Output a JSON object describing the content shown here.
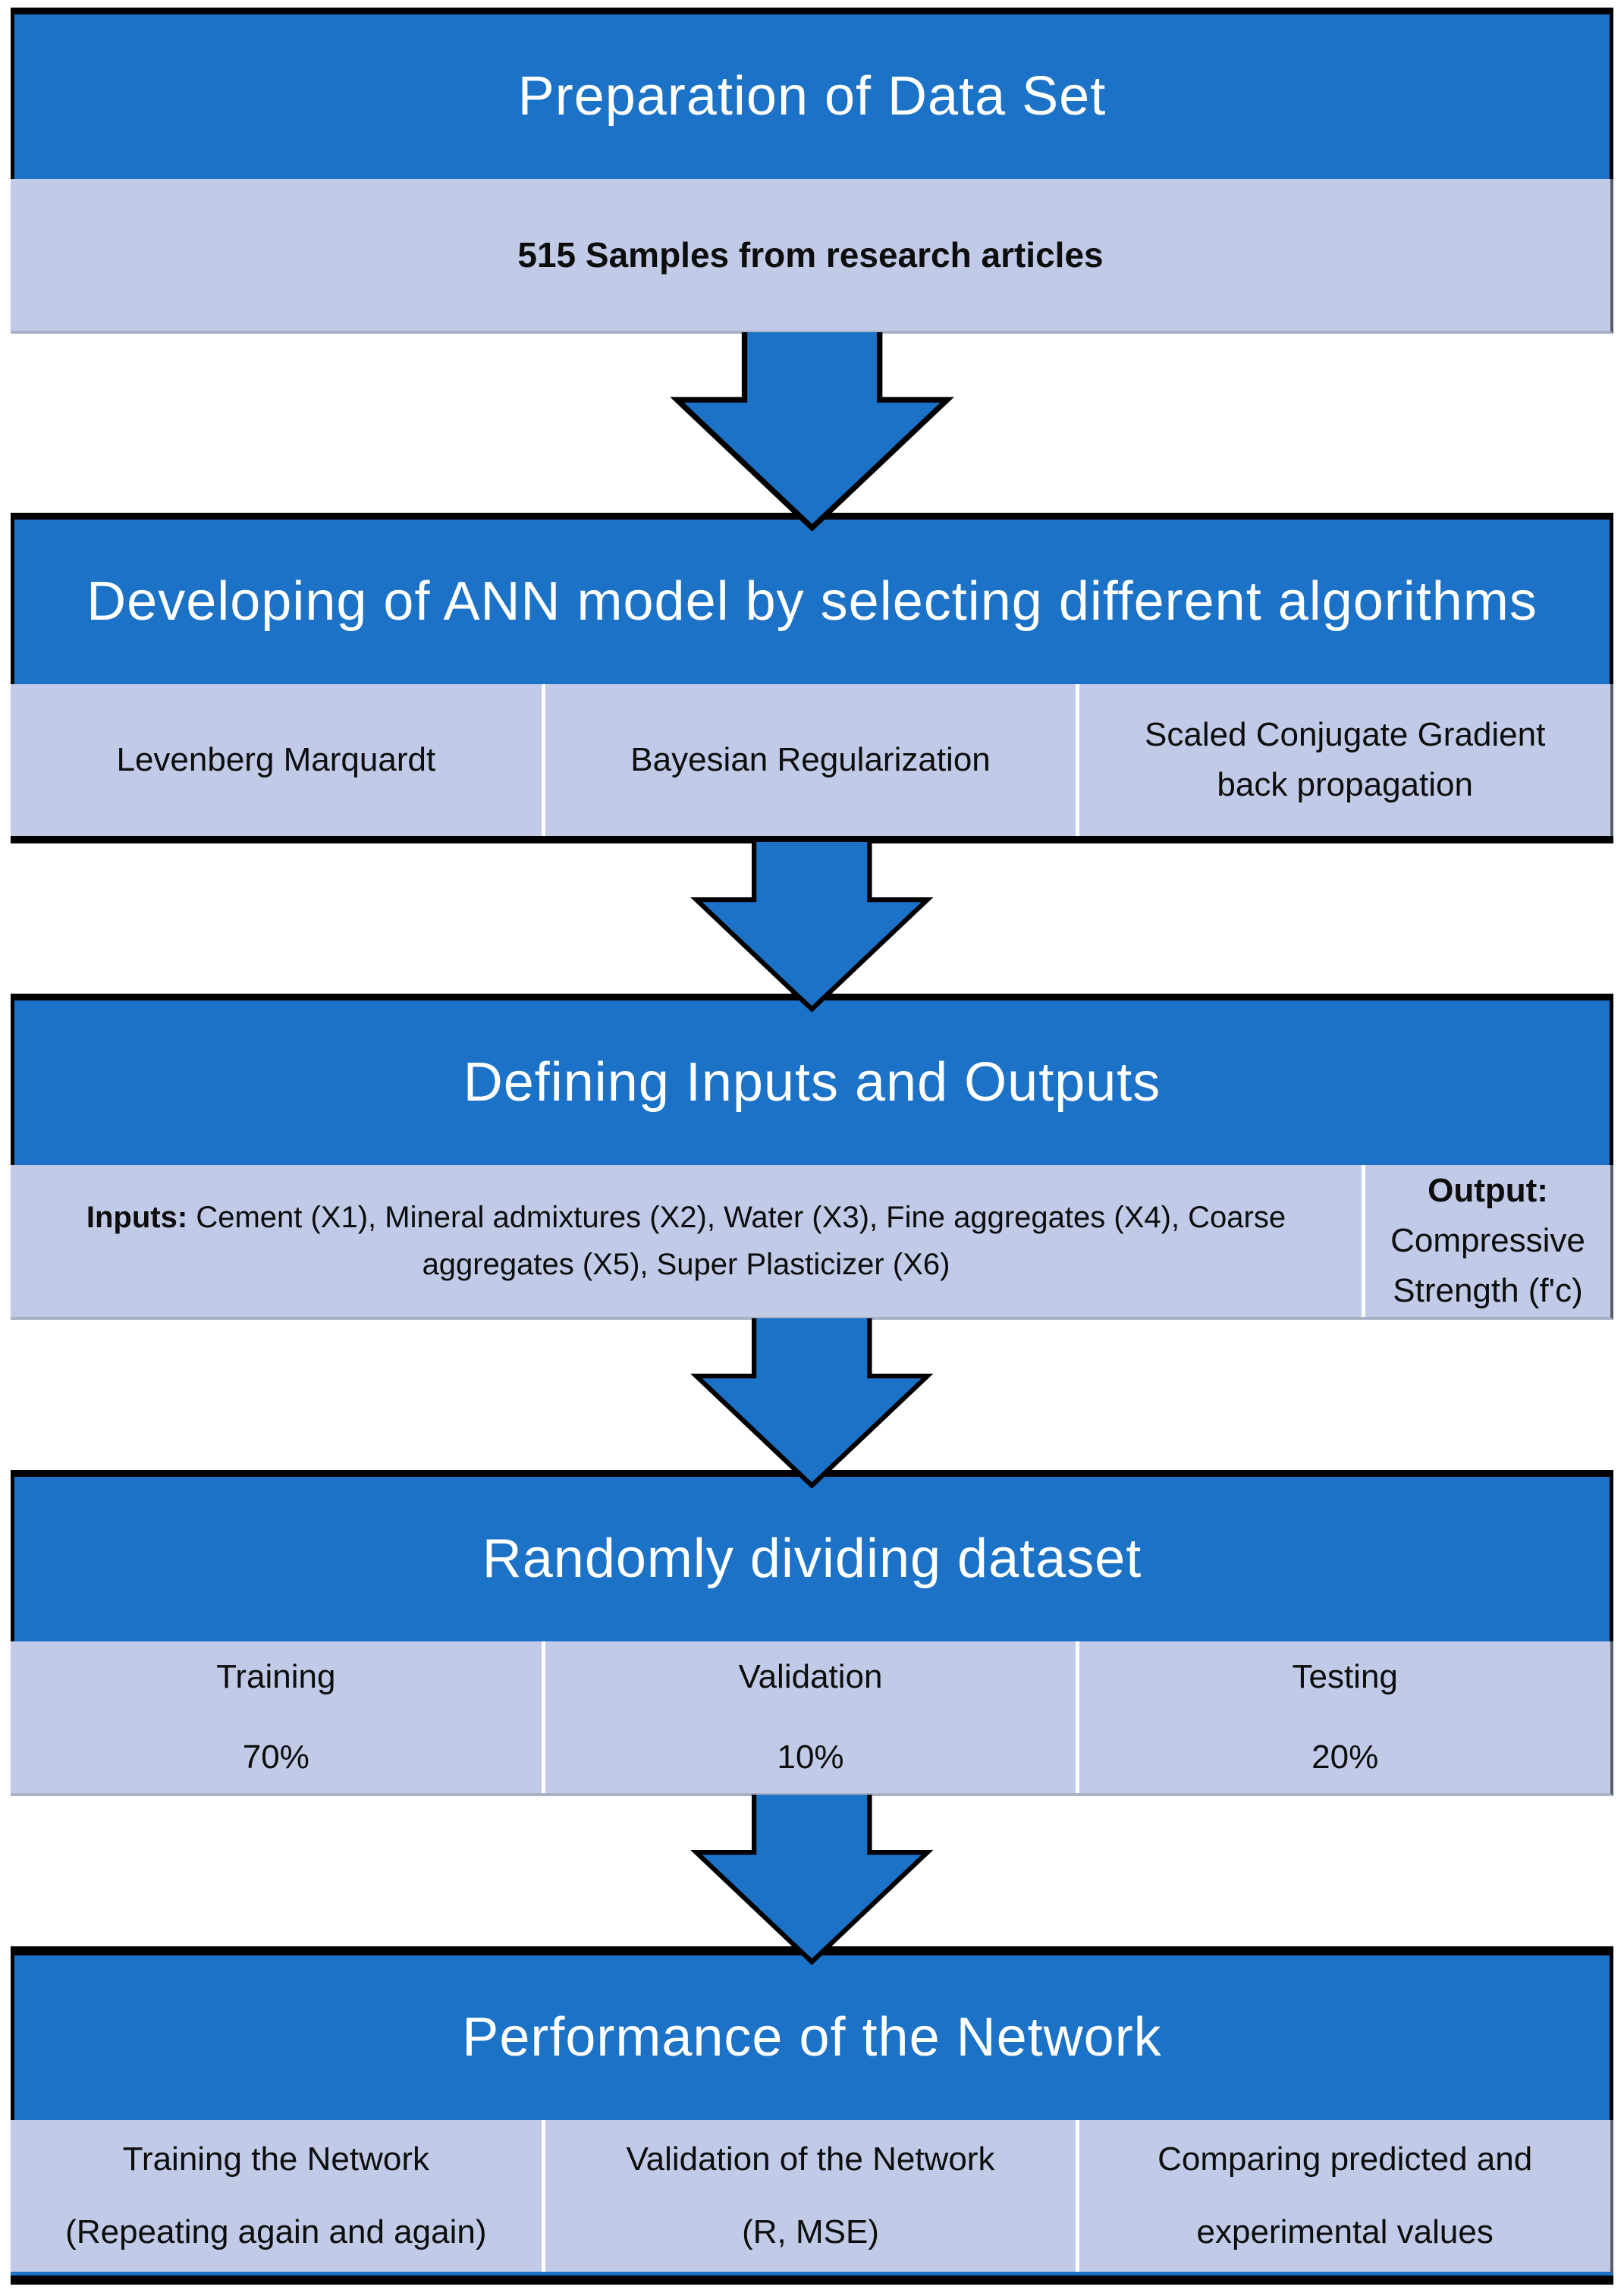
{
  "colors": {
    "header_blue": "#1b72c6",
    "band_blue": "#c1cbe8",
    "arrow_blue": "#1b72c6",
    "border_black": "#000000",
    "header_text": "#ffffff",
    "cell_text": "#0d0d0d"
  },
  "blocks": [
    {
      "title": "Preparation of Data Set",
      "cells": [
        {
          "lines": [
            "515 Samples from research articles"
          ]
        }
      ]
    },
    {
      "title": "Developing of ANN model by selecting different algorithms",
      "cells": [
        {
          "lines": [
            "Levenberg Marquardt"
          ]
        },
        {
          "lines": [
            "Bayesian Regularization"
          ]
        },
        {
          "lines": [
            "Scaled Conjugate Gradient",
            "back propagation"
          ]
        }
      ]
    },
    {
      "title": "Defining Inputs and Outputs",
      "cells": [
        {
          "prefix": "Inputs:",
          "text": "Cement (X1), Mineral admixtures (X2), Water (X3), Fine aggregates (X4), Coarse aggregates (X5), Super Plasticizer (X6)"
        },
        {
          "prefix": "Output:",
          "lines": [
            "Compressive",
            "Strength (f'c)"
          ]
        }
      ]
    },
    {
      "title": "Randomly dividing dataset",
      "cells": [
        {
          "lines": [
            "Training",
            "70%"
          ]
        },
        {
          "lines": [
            "Validation",
            "10%"
          ]
        },
        {
          "lines": [
            "Testing",
            "20%"
          ]
        }
      ]
    },
    {
      "title": "Performance of the Network",
      "cells": [
        {
          "lines": [
            "Training the Network",
            "(Repeating again and again)"
          ]
        },
        {
          "lines": [
            "Validation of the Network",
            "(R, MSE)"
          ]
        },
        {
          "lines": [
            "Comparing predicted and",
            "experimental values"
          ]
        }
      ]
    }
  ]
}
